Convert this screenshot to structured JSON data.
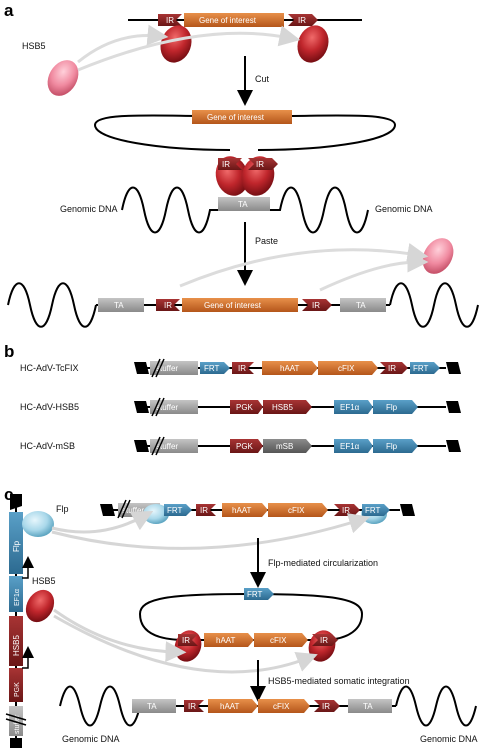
{
  "panels": {
    "a": "a",
    "b": "b",
    "c": "c"
  },
  "panel_a": {
    "transposase": "HSB5",
    "ir": "IR",
    "gene_of_interest": "Gene of interest",
    "cut": "Cut",
    "paste": "Paste",
    "ta": "TA",
    "genomic_dna_left": "Genomic DNA",
    "genomic_dna_right": "Genomic DNA"
  },
  "panel_b": {
    "constructs": [
      {
        "name": "HC-AdV-TcFIX",
        "elements": [
          "stuffer",
          "FRT",
          "IR",
          "hAAT",
          "cFIX",
          "IR",
          "FRT"
        ]
      },
      {
        "name": "HC-AdV-HSB5",
        "elements": [
          "stuffer",
          "PGK",
          "HSB5",
          "EF1α",
          "Flp"
        ]
      },
      {
        "name": "HC-AdV-mSB",
        "elements": [
          "stuffer",
          "PGK",
          "mSB",
          "EF1α",
          "Flp"
        ]
      }
    ]
  },
  "panel_c": {
    "flp": "Flp",
    "hsb5": "HSB5",
    "vertical_elements": [
      "Flp",
      "EF1α",
      "HSB5",
      "PGK",
      "stuffer"
    ],
    "stuffer": "stuffer",
    "frt": "FRT",
    "ir": "IR",
    "haat": "hAAT",
    "cfix": "cFIX",
    "ta": "TA",
    "step1": "Flp-mediated circularization",
    "step2": "HSB5-mediated somatic integration",
    "genomic_dna_left": "Genomic DNA",
    "genomic_dna_right": "Genomic DNA"
  },
  "colors": {
    "ir_red": "#8b1a1a",
    "gene_orange": "#c8641e",
    "ta_gray": "#9a9a9a",
    "frt_blue": "#3a7ca5",
    "dark_red": "#7a1f24",
    "dark_gray": "#6e6e6e",
    "transposase_red": "#c0262c",
    "pink": "#f08aa0",
    "flp_light_blue": "#a9d8ea"
  }
}
